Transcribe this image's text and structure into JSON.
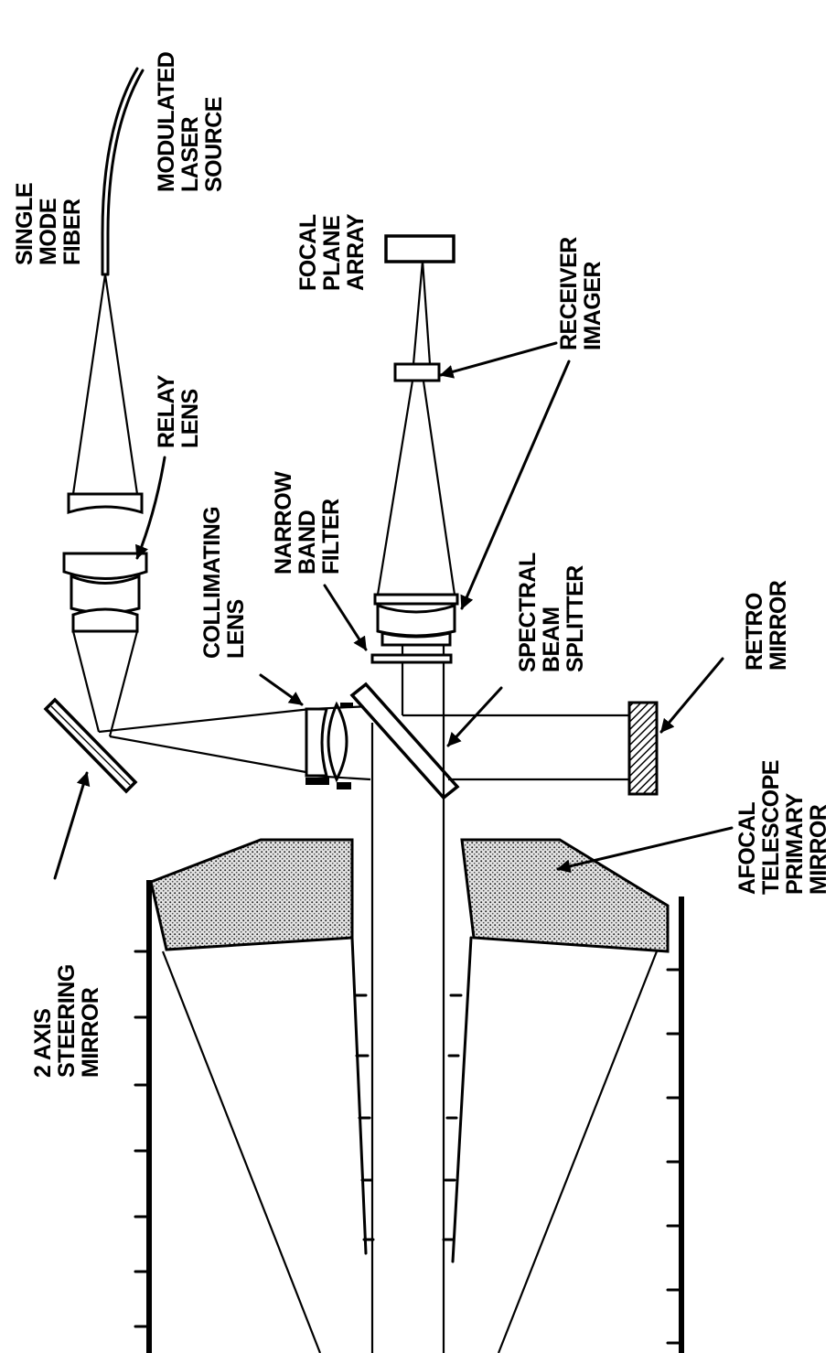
{
  "labels": {
    "modulated_laser_source": [
      "MODULATED",
      "LASER",
      "SOURCE"
    ],
    "single_mode_fiber": [
      "SINGLE",
      "MODE",
      "FIBER"
    ],
    "focal_plane_array": [
      "FOCAL",
      "PLANE",
      "ARRAY"
    ],
    "receiver_imager": [
      "RECEIVER",
      "IMAGER"
    ],
    "relay_lens": [
      "RELAY",
      "LENS"
    ],
    "narrow_band_filter": [
      "NARROW",
      "BAND",
      "FILTER"
    ],
    "collimating_lens": [
      "COLLIMATING",
      "LENS"
    ],
    "spectral_beam_splitter": [
      "SPECTRAL",
      "BEAM",
      "SPLITTER"
    ],
    "retro_mirror": [
      "RETRO",
      "MIRROR"
    ],
    "afocal_telescope_primary_mirror": [
      "AFOCAL",
      "TELESCOPE",
      "PRIMARY",
      "MIRROR"
    ],
    "two_axis_steering_mirror": [
      "2 AXIS",
      "STEERING",
      "MIRROR"
    ]
  }
}
